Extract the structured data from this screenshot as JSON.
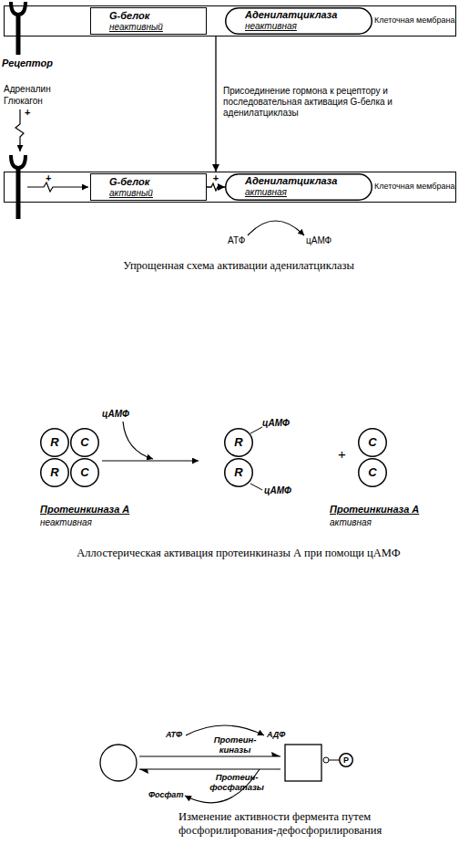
{
  "diagram": {
    "nodes": [
      {
        "text": [
          "Клеточная мембрана"
        ]
      },
      {
        "text": [
          "G-белок",
          "неактивный"
        ],
        "in": 0
      },
      {
        "text": [
          "Аденилатциклаза",
          "неактивная"
        ],
        "in": 0
      },
      {
        "text": [
          "Клеточная мембрана"
        ]
      },
      {
        "text": [
          "G-белок",
          "активный"
        ],
        "in": 3
      },
      {
        "text": [
          "Аденилатциклаза",
          "активная"
        ],
        "in": 3
      },
      {
        "text": [
          "R"
        ]
      },
      {
        "text": [
          "C"
        ]
      },
      {
        "text": [
          "R"
        ]
      },
      {
        "text": [
          "C"
        ]
      },
      {
        "text": [
          "R"
        ]
      },
      {
        "text": [
          "R"
        ]
      },
      {
        "text": [
          "C"
        ]
      },
      {
        "text": [
          "C"
        ]
      },
      {
        "text": [
          "P"
        ]
      }
    ],
    "edges": [
      {
        "from": 0,
        "to": 3,
        "arrow": "to",
        "label": "Присоединение гормона к рецептору и последовательная активация G-белка и аденилатциклазы"
      },
      {
        "from": 4,
        "to": 5,
        "arrow": "to",
        "label": "+"
      }
    ],
    "labels": [
      "Рецептор",
      "Адреналин",
      "Глюкагон",
      "+",
      "+",
      "АТФ",
      "цАМФ",
      "Упрощенная схема активации аденилатциклазы",
      "цАМФ",
      "цАМФ",
      "цАМФ",
      "+",
      "Протеинкиназа А",
      "неактивная",
      "Протеинкиназа А",
      "активная",
      "Аллостерическая активация протеинкиназы А при помощи цАМФ",
      "АТФ",
      "Протеин- киназы",
      "АДФ",
      "Протеин- фосфатазы",
      "Фосфат",
      "Изменение активности фермента путем фосфорилирования-дефосфорилирования"
    ]
  }
}
